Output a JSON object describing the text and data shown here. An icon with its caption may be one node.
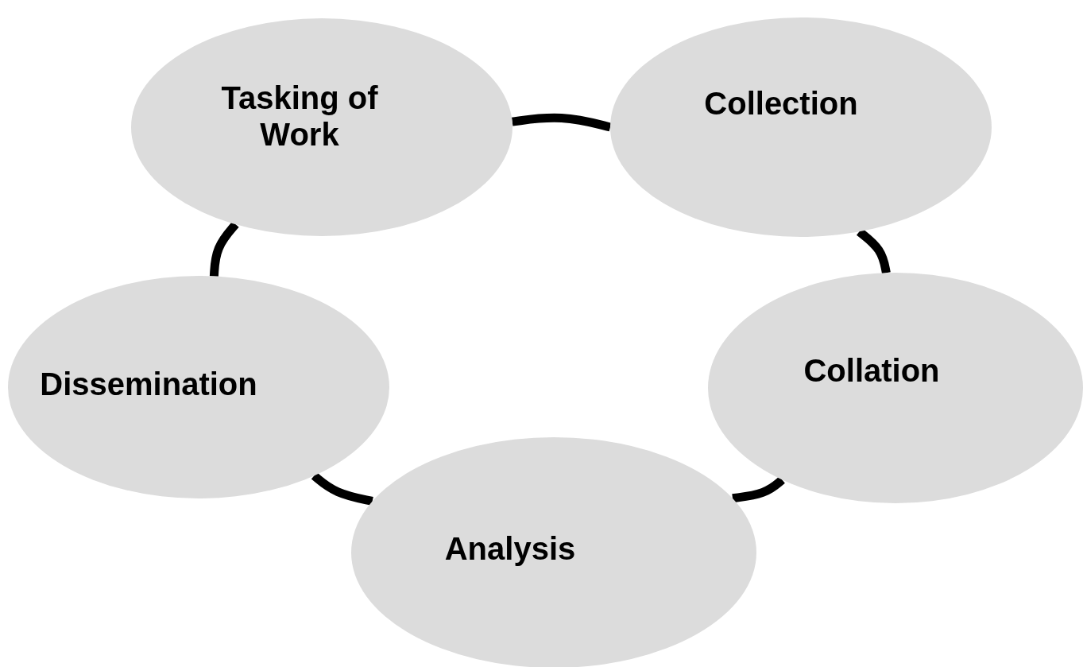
{
  "diagram": {
    "nodes": [
      {
        "text": [
          "Tasking of Work"
        ]
      },
      {
        "text": [
          "Collection"
        ]
      },
      {
        "text": [
          "Collation"
        ]
      },
      {
        "text": [
          "Analysis"
        ]
      },
      {
        "text": [
          "Dissemination"
        ]
      }
    ],
    "edges": [
      {
        "from": 0,
        "to": 1,
        "arrow": "none"
      },
      {
        "from": 1,
        "to": 2,
        "arrow": "none"
      },
      {
        "from": 2,
        "to": 3,
        "arrow": "none"
      },
      {
        "from": 3,
        "to": 4,
        "arrow": "none"
      },
      {
        "from": 4,
        "to": 0,
        "arrow": "none"
      }
    ]
  }
}
